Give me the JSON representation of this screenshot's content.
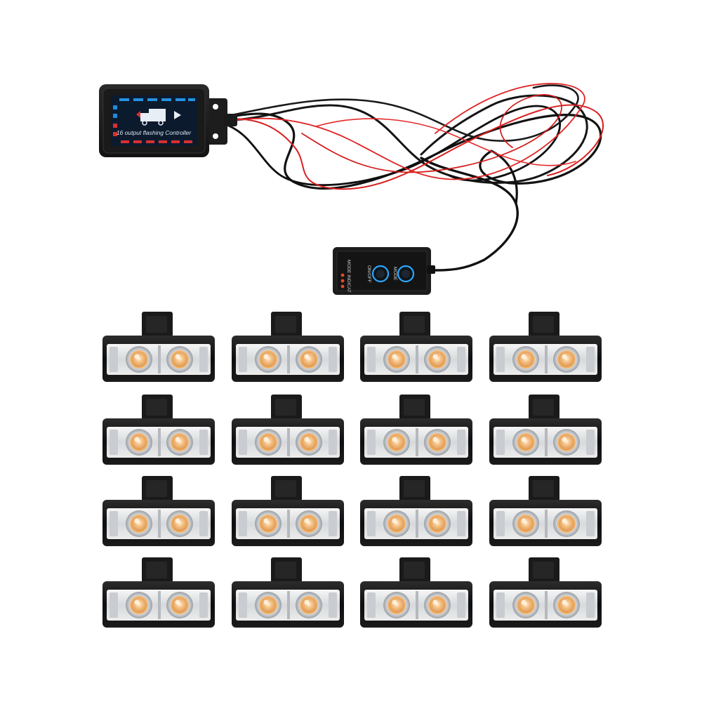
{
  "product": {
    "controller": {
      "label": "16 output flashing Controller",
      "screen_bg": "#0c1a2e",
      "accent": "#2aa7ff"
    },
    "remote": {
      "indicator_label": "MODE INDICAT",
      "button_1": "ON/OFF",
      "button_2": "MODE",
      "button_ring": "#2aa7ff"
    },
    "lights": {
      "count": 16,
      "rows": 4,
      "cols": 4,
      "lens_color": "#f4b56d"
    },
    "wire_colors": [
      "#111111",
      "#d81d1d"
    ]
  }
}
